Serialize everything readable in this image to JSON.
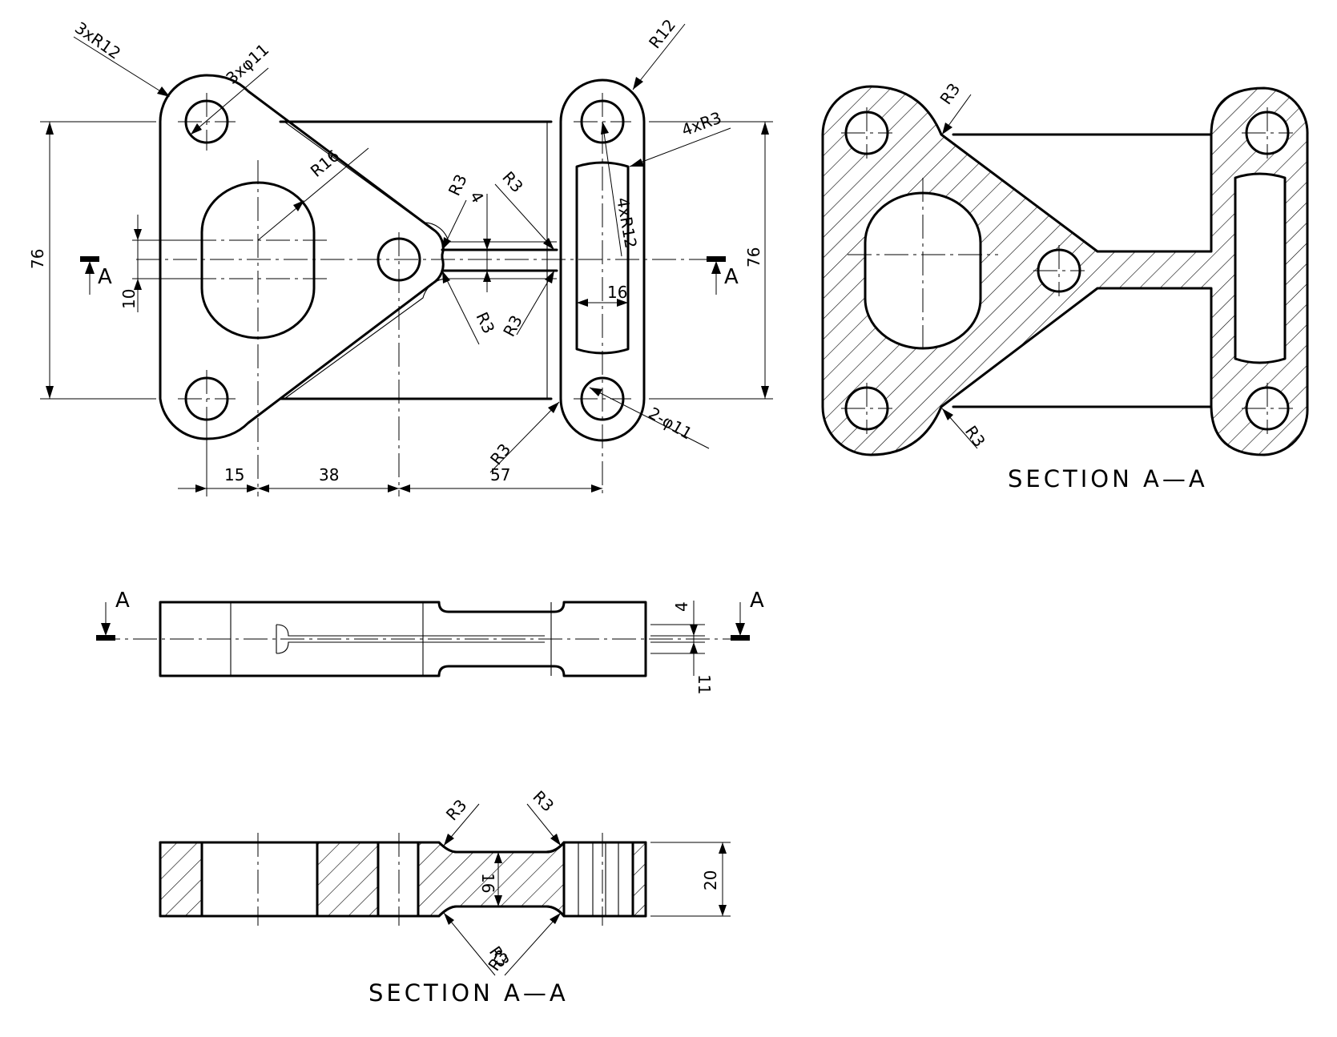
{
  "top_view": {
    "callouts": {
      "lug_radius": "3xR12",
      "lug_holes": "3xφ11",
      "boss_radius": "R16",
      "right_end_radius": "R12",
      "slot_fillets": "4xR3",
      "slot_radius": "4xR12",
      "hole_pair": "2-φ11",
      "fillet_upper_a": "R3",
      "fillet_upper_b": "R3",
      "fillet_lower_a": "R3",
      "fillet_lower_b": "R3",
      "fillet_bottom": "R3"
    },
    "dims": {
      "height_left": "76",
      "height_right": "76",
      "web_gap": "10",
      "web_thick": "4",
      "slot_width": "16",
      "run_1": "15",
      "run_2": "38",
      "run_3": "57"
    },
    "cut_left": "A",
    "cut_right": "A"
  },
  "section_right": {
    "fillet_top": "R3",
    "fillet_bottom": "R3",
    "title": "SECTION A—A"
  },
  "side_view": {
    "cut_left": "A",
    "cut_right": "A",
    "dim_thin": "4",
    "dim_thick": "11"
  },
  "section_bottom": {
    "fillet_top_left": "R3",
    "fillet_top_right": "R3",
    "fillet_bottom": "R3",
    "fillet_bottom_b": "R3",
    "dim_web": "16",
    "dim_total": "20",
    "title": "SECTION A—A"
  }
}
